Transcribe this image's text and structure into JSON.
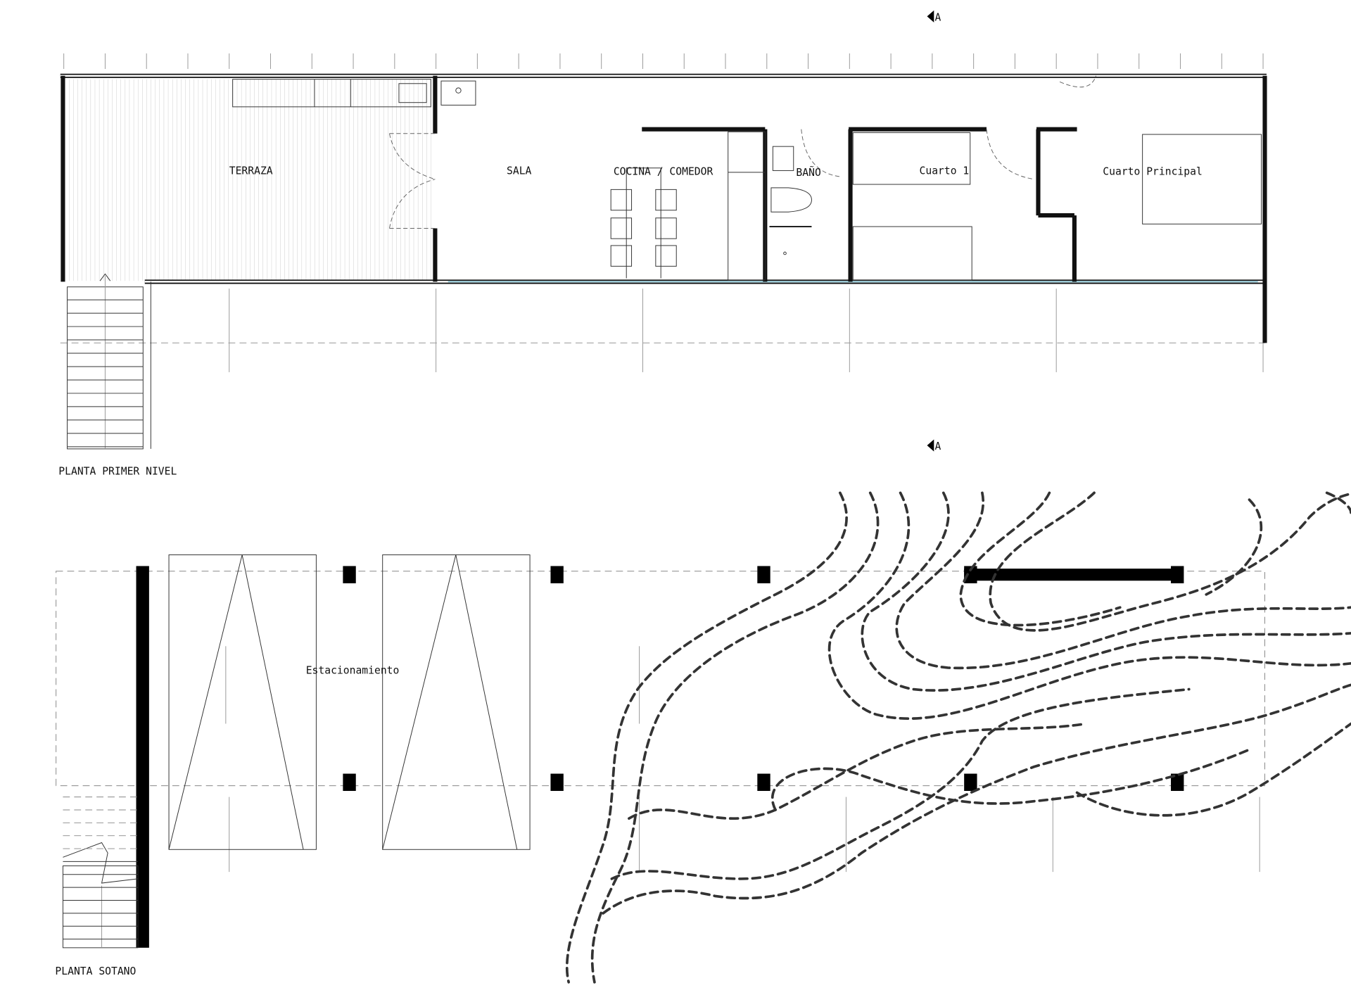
{
  "section_markers": [
    "A",
    "A"
  ],
  "first_floor": {
    "title": "PLANTA PRIMER NIVEL",
    "rooms": {
      "terrace": "TERRAZA",
      "living": "SALA",
      "kitchen_dining": "COCINA / COMEDOR",
      "bathroom": "BAÑO",
      "bedroom_1": "Cuarto 1",
      "master_bedroom": "Cuarto Principal"
    }
  },
  "basement": {
    "title": "PLANTA SOTANO",
    "rooms": {
      "parking": "Estacionamiento"
    }
  }
}
